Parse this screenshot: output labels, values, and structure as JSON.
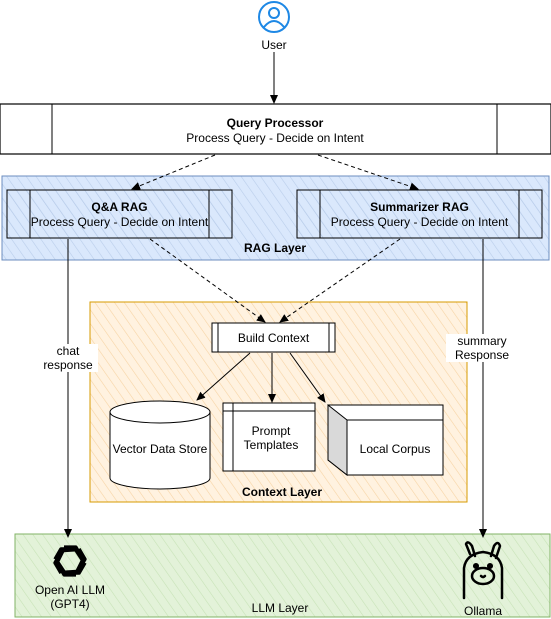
{
  "user": {
    "label": "User"
  },
  "query_processor": {
    "title": "Query Processor",
    "subtitle": "Process Query - Decide on Intent"
  },
  "qa_rag": {
    "title": "Q&A RAG",
    "subtitle": "Process Query - Decide on Intent"
  },
  "summarizer_rag": {
    "title": "Summarizer RAG",
    "subtitle": "Process Query - Decide on Intent"
  },
  "rag_layer": {
    "label": "RAG Layer"
  },
  "build_context": {
    "label": "Build Context"
  },
  "vector_store": {
    "label": "Vector Data Store"
  },
  "prompt_templates": {
    "label": "Prompt Templates"
  },
  "local_corpus": {
    "label": "Local Corpus"
  },
  "context_layer": {
    "label": "Context Layer"
  },
  "edges": {
    "chat_response": "chat response",
    "summary_response": "summary Response"
  },
  "openai": {
    "label": "Open AI LLM (GPT4)"
  },
  "ollama": {
    "label": "Ollama"
  },
  "llm_layer": {
    "label": "LLM Layer"
  },
  "colors": {
    "rag_layer_fill": "#dae8fc",
    "rag_layer_stroke": "#6c8ebf",
    "context_layer_fill": "#fff2e0",
    "context_layer_stroke": "#d79b00",
    "llm_layer_fill": "#e3f2d9",
    "llm_layer_stroke": "#82b366",
    "user_icon": "#1e88e5"
  }
}
